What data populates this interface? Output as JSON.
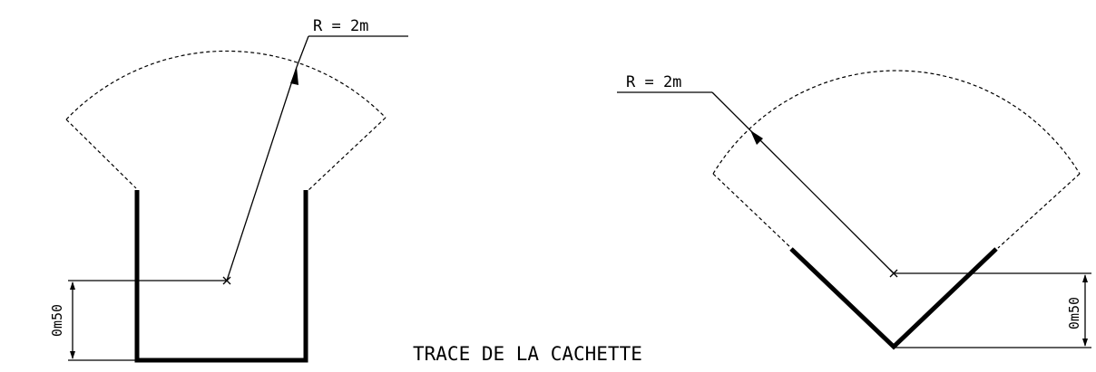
{
  "left_figure": {
    "radius_label": "R = 2m",
    "height_label": "0m50"
  },
  "right_figure": {
    "radius_label": "R = 2m",
    "height_label": "0m50"
  },
  "caption": "TRACE DE LA CACHETTE"
}
